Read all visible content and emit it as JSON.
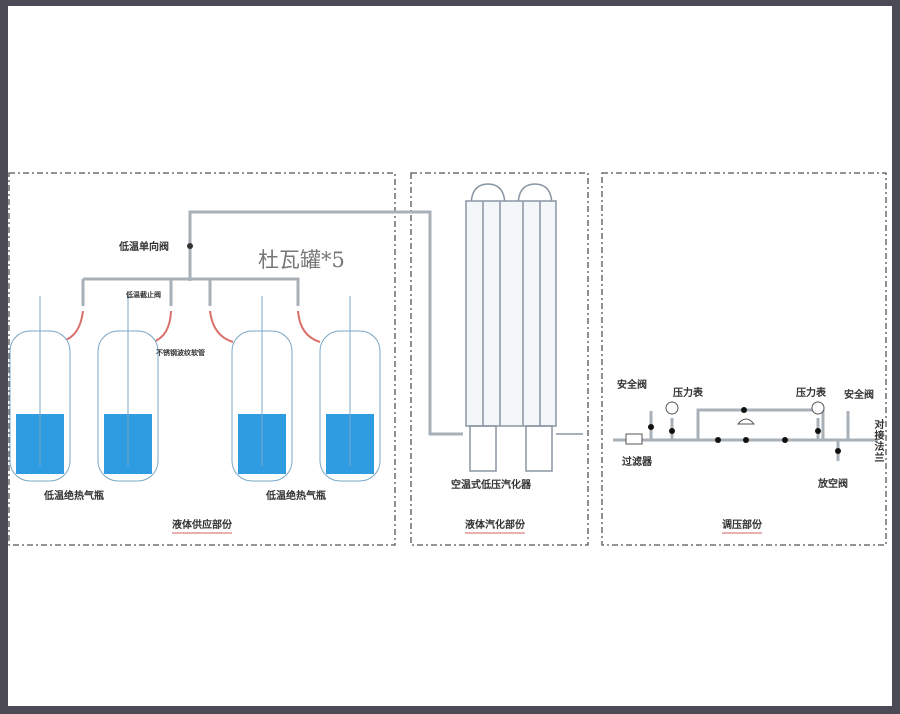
{
  "labels": {
    "check_valve": "低温单向阀",
    "cylinder_count": "杜瓦罐*5",
    "stop_valve": "低温截止阀",
    "hose": "不锈钢波纹软管",
    "cylinder_left": "低温绝热气瓶",
    "cylinder_right": "低温绝热气瓶",
    "vaporizer": "空温式低压汽化器",
    "safety_valve_left": "安全阀",
    "gauge_left": "压力表",
    "gauge_right": "压力表",
    "safety_valve_right": "安全阀",
    "filter": "过滤器",
    "vent_valve": "放空阀",
    "flange": "对接法兰"
  },
  "sections": {
    "supply": "液体供应部份",
    "vaporize": "液体汽化部份",
    "regulate": "调压部份"
  },
  "colors": {
    "liquid": "#2f9be0",
    "pipe": "#9aa3ad",
    "hose": "#d9706a",
    "frame": "#4b4a55"
  }
}
